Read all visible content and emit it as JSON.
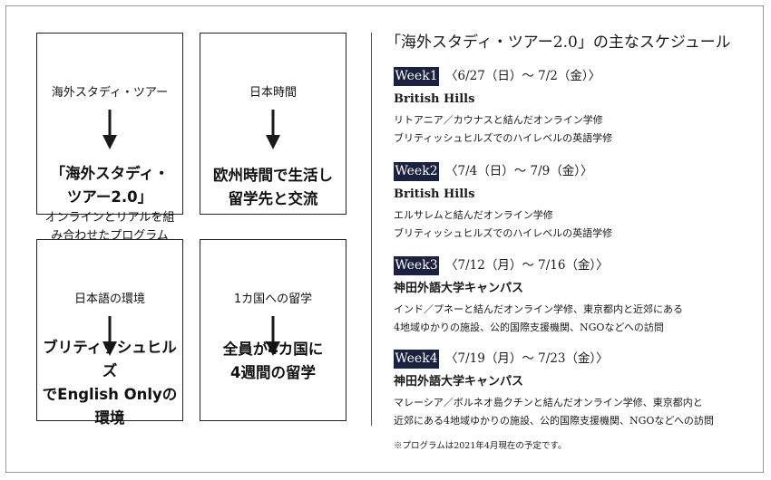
{
  "cards": [
    {
      "top": "海外スタディ・ツアー",
      "big": [
        "「海外スタディ・",
        "ツアー2.0」"
      ],
      "small": [
        "オンラインとリアルを組",
        "み合わせたプログラム"
      ]
    },
    {
      "top": "日本時間",
      "big": [
        "欧州時間で生活し",
        "留学先と交流"
      ]
    },
    {
      "top": "日本語の環境",
      "big": [
        "ブリティッシュヒルズ",
        "でEnglish Onlyの",
        "環境"
      ]
    },
    {
      "top": "1カ国への留学",
      "big": [
        "全員が4カ国に",
        "4週間の留学"
      ]
    }
  ],
  "schedule": {
    "title": "「海外スタディ・ツアー2.0」の主なスケジュール",
    "weeks": [
      {
        "label": "Week1",
        "dates": "〈6/27（日）〜 7/2（金）〉",
        "location": "British Hills",
        "lines": [
          "リトアニア／カウナスと結んだオンライン学修",
          "ブリティッシュヒルズでのハイレベルの英語学修"
        ]
      },
      {
        "label": "Week2",
        "dates": "〈7/4（日）〜 7/9（金）〉",
        "location": "British Hills",
        "lines": [
          "エルサレムと結んだオンライン学修",
          "ブリティッシュヒルズでのハイレベルの英語学修"
        ]
      },
      {
        "label": "Week3",
        "dates": "〈7/12（月）〜 7/16（金）〉",
        "location": "神田外語大学キャンパス",
        "lines": [
          "インド／プネーと結んだオンライン学修、東京都内と近郊にある",
          "4地域ゆかりの施設、公的国際支援機関、NGOなどへの訪問"
        ]
      },
      {
        "label": "Week4",
        "dates": "〈7/19（月）〜 7/23（金）〉",
        "location": "神田外語大学キャンパス",
        "lines": [
          "マレーシア／ボルネオ島クチンと結んだオンライン学修、東京都内と",
          "近郊にある4地域ゆかりの施設、公的国際支援機関、NGOなどへの訪問"
        ]
      }
    ],
    "note": "※プログラムは2021年4月現在の予定です。"
  }
}
